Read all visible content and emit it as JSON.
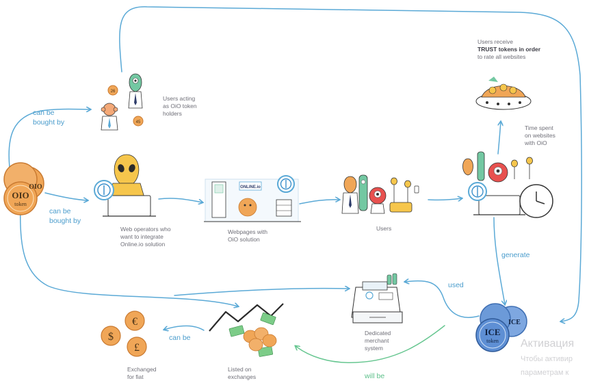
{
  "nodes": {
    "holders_line1": "Users acting",
    "holders_line2": "as OiO token",
    "holders_line3": "holders",
    "operators_line1": "Web operators who",
    "operators_line2": "want to integrate",
    "operators_line3": "Online.io solution",
    "webpages_line1": "Webpages with",
    "webpages_line2": "OiO solution",
    "users": "Users",
    "receive_line1": "Users receive",
    "receive_line2": "TRUST tokens in order",
    "receive_line3": "to rate all websites",
    "time_line1": "Time spent",
    "time_line2": "on websites",
    "time_line3": "with OiO",
    "merchant_line1": "Dedicated",
    "merchant_line2": "merchant",
    "merchant_line3": "system",
    "exchanges_line1": "Listed on",
    "exchanges_line2": "exchanges",
    "fiat_line1": "Exchanged",
    "fiat_line2": "for fiat"
  },
  "edges": {
    "bought_top_1": "can be",
    "bought_top_2": "bought by",
    "bought_mid_1": "can be",
    "bought_mid_2": "bought by",
    "generate": "generate",
    "used": "used",
    "will_be": "will be",
    "can_be": "can be"
  },
  "tokens": {
    "oio_1": "OIO",
    "oio_2": "token",
    "ice_1": "ICE",
    "ice_2": "token",
    "coin_a": "26",
    "coin_b": "45",
    "screen_brand": "ONLINE.io"
  },
  "currency": {
    "euro": "€",
    "dollar": "$",
    "pound": "£"
  },
  "watermark": {
    "line1": "Активация",
    "line2": "Чтобы активир",
    "line3": "параметрам к"
  },
  "colors": {
    "flow_blue": "#5aa9d6",
    "flow_green": "#66c690",
    "coin_orange": "#f0a657",
    "ice_blue": "#5e8fd4",
    "alien_green": "#73c8a2",
    "alien_yellow": "#f6c64c",
    "alien_red": "#e8514f"
  }
}
